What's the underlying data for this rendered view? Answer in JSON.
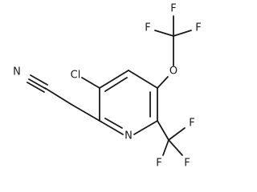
{
  "molecule": {
    "atoms": {
      "chlorine": "Cl",
      "ring_nitrogen": "N",
      "nitrile_nitrogen": "N",
      "ether_oxygen": "O",
      "fluorines": [
        "F",
        "F",
        "F",
        "F",
        "F",
        "F"
      ]
    }
  }
}
